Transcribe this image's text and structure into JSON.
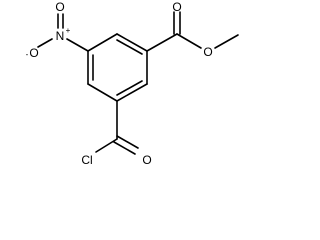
{
  "molecule": {
    "labels": {
      "carbonyl_o_top": "O",
      "ester_o": "O",
      "nitro_n": "N",
      "nitro_n_charge": "+",
      "nitro_o_top": "O",
      "nitro_o_left": "O",
      "nitro_o_left_charge": "-",
      "acyl_cl": "Cl",
      "carbonyl_o_bottom": "O"
    }
  }
}
